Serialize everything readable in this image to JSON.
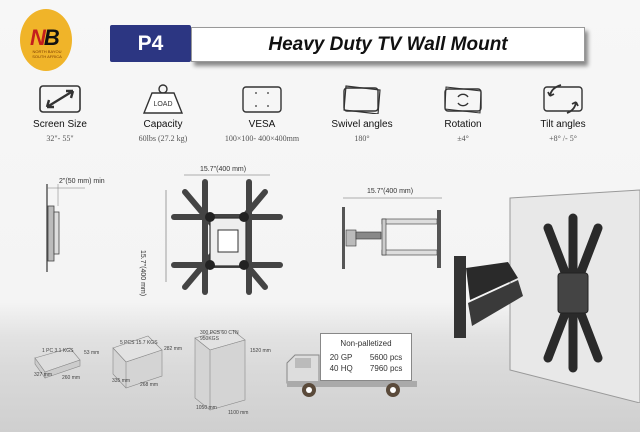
{
  "brand": {
    "logo_text": "NB",
    "logo_subtext": "NORTH BAYOU SOUTH AFRICA",
    "accent": "#2c3682",
    "logo_color": "#f0b429"
  },
  "header": {
    "model": "P4",
    "title": "Heavy Duty TV Wall  Mount"
  },
  "specs": [
    {
      "icon": "diagonal-arrow-icon",
      "label": "Screen Size",
      "value": "32\"- 55\""
    },
    {
      "icon": "load-weight-icon",
      "label": "Capacity",
      "value": "60lbs (27.2 kg)",
      "icon_text": "LOAD"
    },
    {
      "icon": "vesa-pattern-icon",
      "label": "VESA",
      "value": "100×100- 400×400mm"
    },
    {
      "icon": "swivel-icon",
      "label": "Swivel angles",
      "value": "180°"
    },
    {
      "icon": "rotation-icon",
      "label": "Rotation",
      "value": "±4°"
    },
    {
      "icon": "tilt-icon",
      "label": "Tilt angles",
      "value": "+8°  /- 5°"
    }
  ],
  "dimensions": {
    "wall_gap": "2\"(50 mm) min",
    "front_width": "15.7\"(400 mm)",
    "front_height": "15.7\"(400 mm)",
    "arm_extension": "15.7\"(400 mm)"
  },
  "packaging": {
    "single": {
      "qty": "1 PC",
      "weight": "3.1 KGS",
      "length": "327 mm",
      "width": "260 mm",
      "height": "53 mm"
    },
    "carton": {
      "qty": "5 PCS",
      "weight": "15.7 KGS",
      "length": "335 mm",
      "width": "268 mm",
      "height": "282 mm"
    },
    "pallet": {
      "qty": "300 PCS",
      "cartons": "60 CTN",
      "weight": "950KGS",
      "length": "1050 mm",
      "width": "1100 mm",
      "height": "1520 mm"
    }
  },
  "shipping": {
    "title": "Non-palletized",
    "rows": [
      {
        "container": "20 GP",
        "qty": "5600 pcs"
      },
      {
        "container": "40 HQ",
        "qty": "7960 pcs"
      }
    ]
  }
}
